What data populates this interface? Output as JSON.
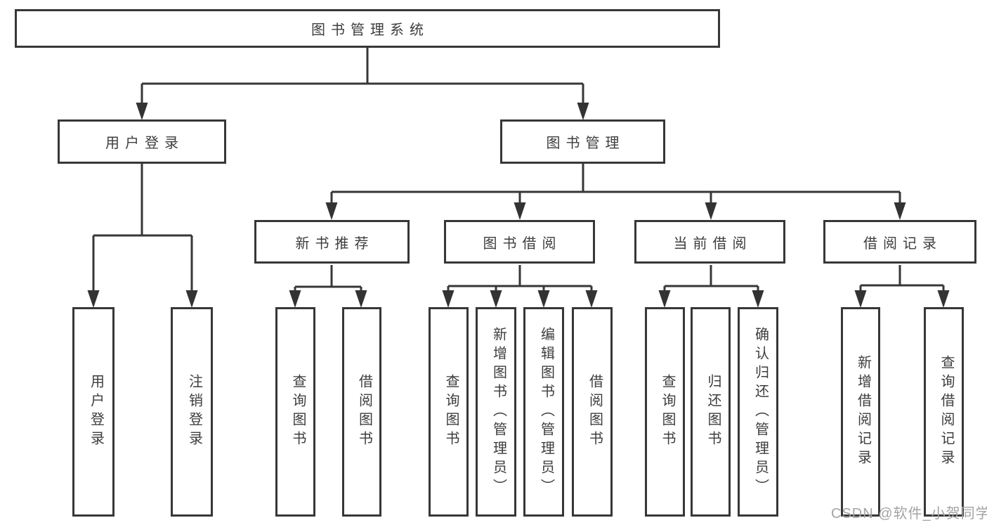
{
  "diagram_type": "hierarchy-tree",
  "tree": {
    "label": "图书管理系统",
    "children": [
      {
        "label": "用户登录",
        "children": [
          {
            "label": "用户登录"
          },
          {
            "label": "注销登录"
          }
        ]
      },
      {
        "label": "图书管理",
        "children": [
          {
            "label": "新书推荐",
            "children": [
              {
                "label": "查询图书"
              },
              {
                "label": "借阅图书"
              }
            ]
          },
          {
            "label": "图书借阅",
            "children": [
              {
                "label": "查询图书"
              },
              {
                "label": "新增图书（管理员）"
              },
              {
                "label": "编辑图书（管理员）"
              },
              {
                "label": "借阅图书"
              }
            ]
          },
          {
            "label": "当前借阅",
            "children": [
              {
                "label": "查询图书"
              },
              {
                "label": "归还图书"
              },
              {
                "label": "确认归还（管理员）"
              }
            ]
          },
          {
            "label": "借阅记录",
            "children": [
              {
                "label": "新增借阅记录"
              },
              {
                "label": "查询借阅记录"
              }
            ]
          }
        ]
      }
    ]
  },
  "watermark": {
    "text": "CSDN @软件_小贺同学"
  },
  "colors": {
    "line": "#373737",
    "box_border": "#373737",
    "text": "#3d3d3d",
    "watermark": "#a3a3a3",
    "background": "#ffffff"
  }
}
